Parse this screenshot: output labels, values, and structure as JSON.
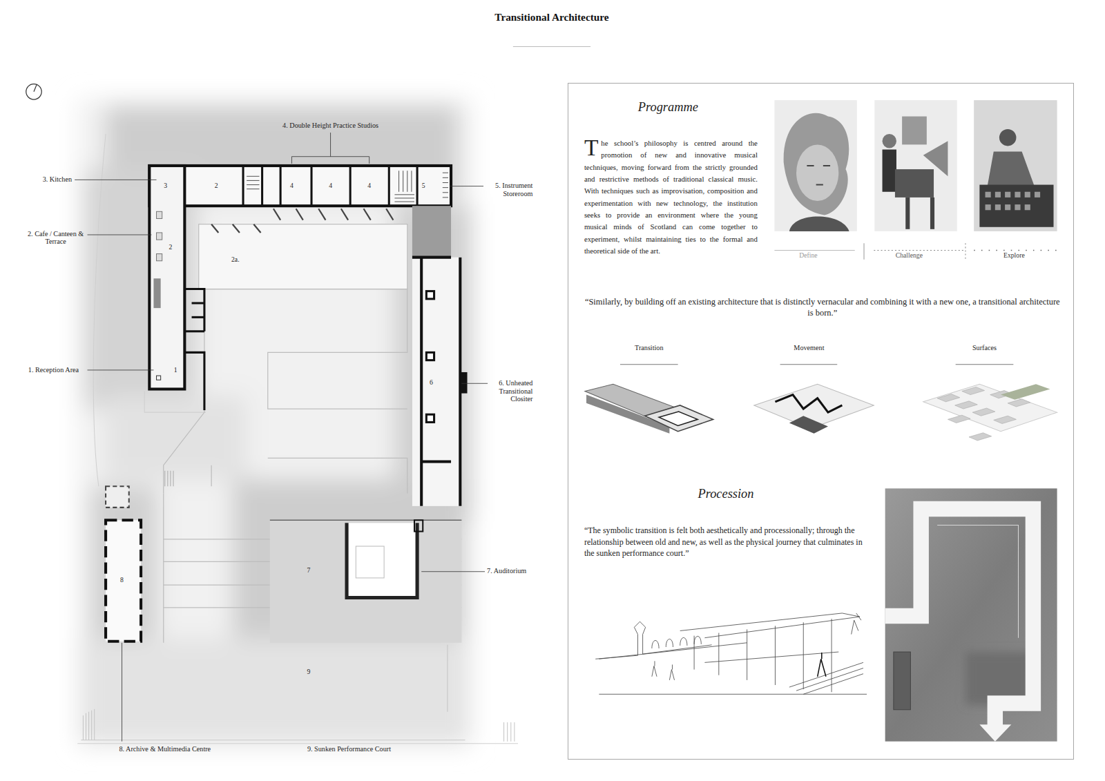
{
  "diagram": {
    "title": "Transitional Architecture",
    "nodes": [
      {
        "text": [
          "Programme",
          "The school’s philosophy is centred around the promotion of new and innovative musical techniques, moving forward from the strictly grounded and restrictive methods of traditional classical music. With techniques such as improvisation, composition and experimentation with new technology, the institution seeks to provide an environment where the young musical minds of Scotland can come together to experiment, whilst maintaining ties to the formal and theoretical side of the art.",
          "“Similarly, by building off an existing architecture that is distinctly vernacular and combining it with a new one, a transitional architecture is born.”",
          "Procession",
          "“The symbolic transition is felt both aesthetically and processionally; through the relationship between old and new, as well as the physical journey that culminates in the sunken performance court.”"
        ]
      }
    ],
    "labels": [
      "4. Double Height Practice Studios",
      "3. Kitchen",
      "2. Cafe / Canteen & Terrace",
      "1. Reception Area",
      "5. Instrument Storeroom",
      "6. Unheated Transitional Clositer",
      "7. Auditorium",
      "8. Archive & Multimedia Centre",
      "9. Sunken Performance Court",
      "3",
      "2",
      "4",
      "4",
      "4",
      "5",
      "2",
      "2a.",
      "1",
      "6",
      "7",
      "8",
      "9",
      "Define",
      "Challenge",
      "Explore",
      "Transition",
      "Movement",
      "Surfaces"
    ]
  }
}
